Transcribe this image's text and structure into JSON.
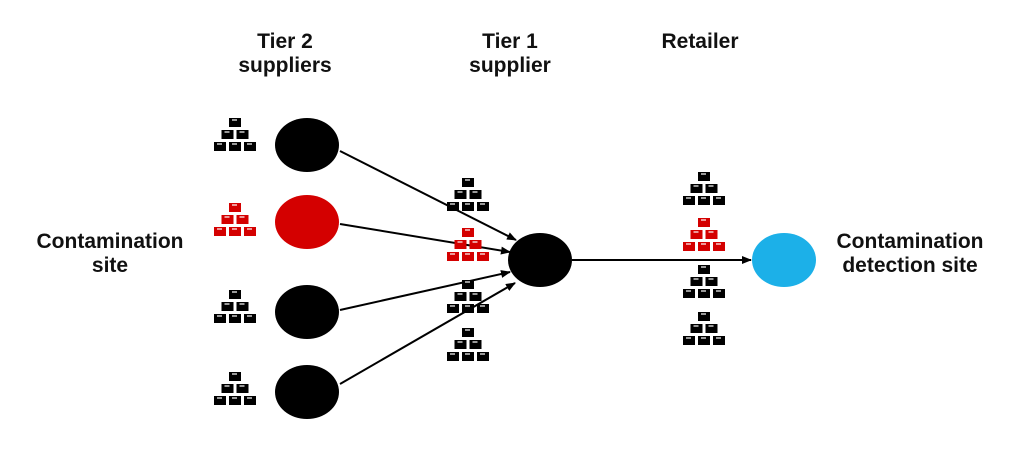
{
  "labels": {
    "tier2": [
      "Tier 2",
      "suppliers"
    ],
    "tier1": [
      "Tier 1",
      "supplier"
    ],
    "retailer": "Retailer",
    "contamination_site": [
      "Contamination",
      "site"
    ],
    "detection_site": [
      "Contamination",
      "detection site"
    ]
  },
  "colors": {
    "node": "#000000",
    "contaminated": "#d40000",
    "detection": "#1cb0e8",
    "edge": "#000000"
  },
  "nodes": {
    "tier2": [
      "clean",
      "contaminated",
      "clean",
      "clean"
    ],
    "tier1": "clean",
    "detection": "detection"
  },
  "stacks": {
    "tier2": [
      "clean",
      "contaminated",
      "clean",
      "clean"
    ],
    "tier1": [
      "clean",
      "contaminated",
      "clean",
      "clean"
    ],
    "retailer": [
      "clean",
      "contaminated",
      "clean",
      "clean"
    ]
  }
}
